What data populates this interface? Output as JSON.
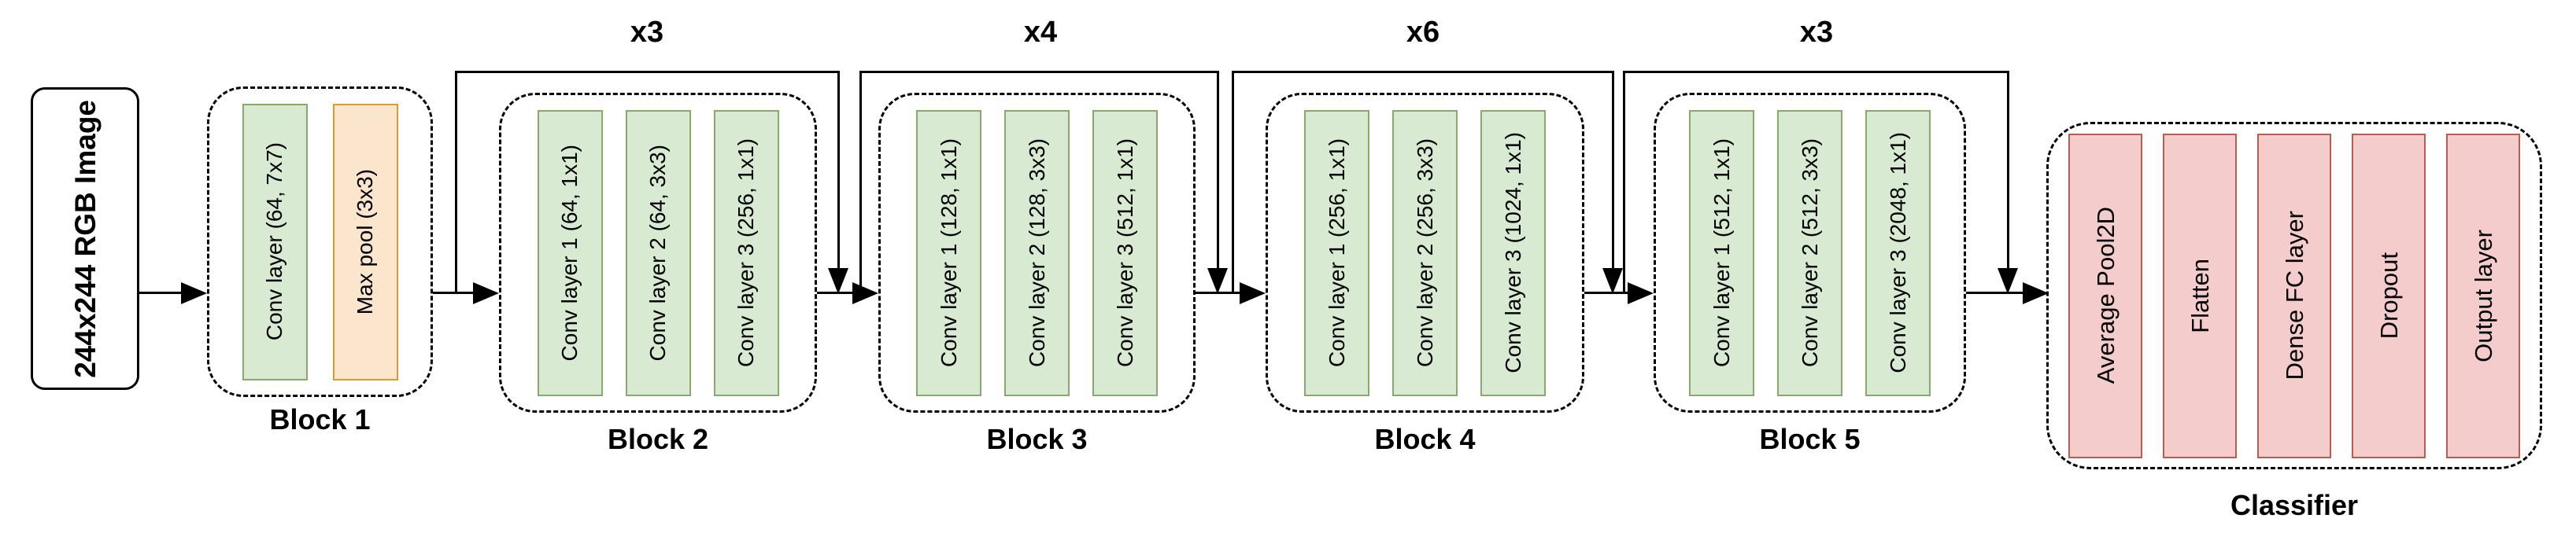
{
  "figure": {
    "type": "cnn-architecture-diagram",
    "description_visible_text_only": true
  },
  "input": {
    "label": "244x244 RGB Image"
  },
  "loops": [
    {
      "label": "x3"
    },
    {
      "label": "x4"
    },
    {
      "label": "x6"
    },
    {
      "label": "x3"
    }
  ],
  "blocks": [
    {
      "name": "Block 1",
      "layers": [
        {
          "label": "Conv layer (64, 7x7)"
        },
        {
          "label": "Max pool (3x3)"
        }
      ]
    },
    {
      "name": "Block 2",
      "layers": [
        {
          "label": "Conv layer 1 (64, 1x1)"
        },
        {
          "label": "Conv layer 2 (64, 3x3)"
        },
        {
          "label": "Conv layer 3 (256, 1x1)"
        }
      ]
    },
    {
      "name": "Block 3",
      "layers": [
        {
          "label": "Conv layer 1 (128, 1x1)"
        },
        {
          "label": "Conv layer 2 (128, 3x3)"
        },
        {
          "label": "Conv layer 3 (512, 1x1)"
        }
      ]
    },
    {
      "name": "Block 4",
      "layers": [
        {
          "label": "Conv layer 1 (256, 1x1)"
        },
        {
          "label": "Conv layer 2 (256, 3x3)"
        },
        {
          "label": "Conv layer 3 (1024, 1x1)"
        }
      ]
    },
    {
      "name": "Block 5",
      "layers": [
        {
          "label": "Conv layer 1 (512, 1x1)"
        },
        {
          "label": "Conv layer 2 (512, 3x3)"
        },
        {
          "label": "Conv layer 3 (2048, 1x1)"
        }
      ]
    }
  ],
  "classifier": {
    "name": "Classifier",
    "layers": [
      {
        "label": "Average Pool2D"
      },
      {
        "label": "Flatten"
      },
      {
        "label": "Dense FC layer"
      },
      {
        "label": "Dropout"
      },
      {
        "label": "Output layer"
      }
    ]
  },
  "colors": {
    "conv_fill": "#d9ead3",
    "conv_border": "#87a96b",
    "pool_fill": "#fce5cd",
    "pool_border": "#dd9a33",
    "classifier_fill": "#f4cccc",
    "classifier_border": "#b45f4f",
    "line": "#000000",
    "background": "#ffffff"
  }
}
